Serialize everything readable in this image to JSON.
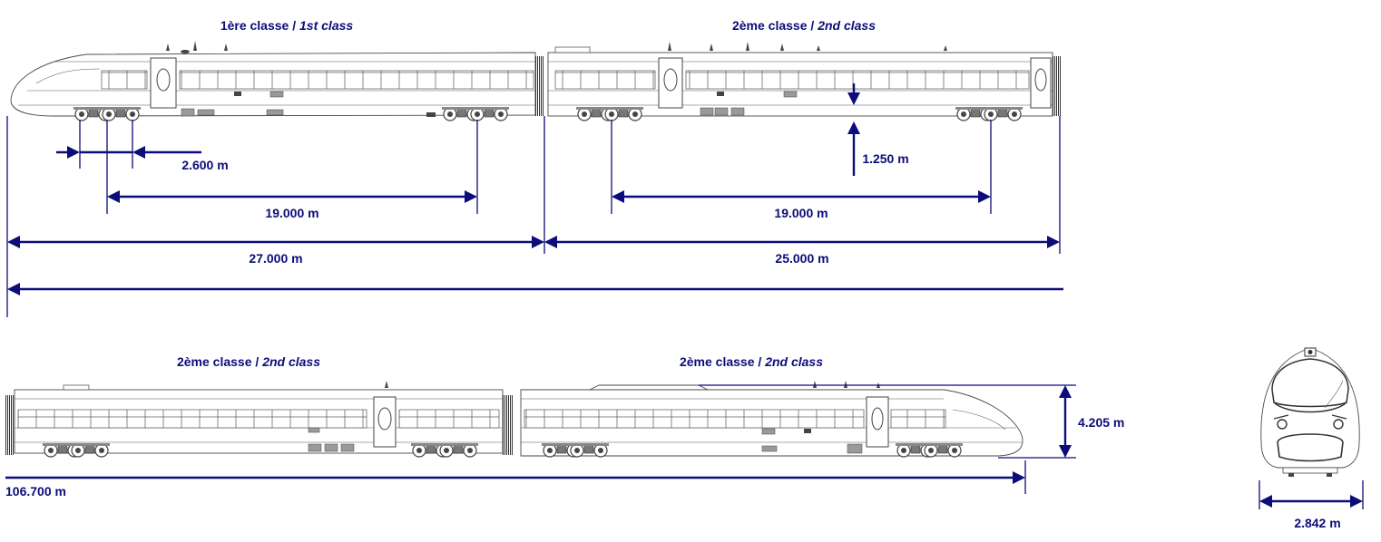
{
  "headers": {
    "car1": {
      "fr": "1ère classe",
      "sep": " / ",
      "en": "1st class"
    },
    "car2": {
      "fr": "2ème classe",
      "sep": " / ",
      "en": "2nd class"
    },
    "car3": {
      "fr": "2ème classe",
      "sep": " / ",
      "en": "2nd class"
    },
    "car4": {
      "fr": "2ème classe",
      "sep": " / ",
      "en": "2nd class"
    }
  },
  "dimensions": {
    "bogie_wheelbase": "2.600 m",
    "bogie_centres_car1": "19.000 m",
    "bogie_centres_car2": "19.000 m",
    "end_car_length": "27.000 m",
    "intermediate_car_length": "25.000 m",
    "floor_height": "1.250 m",
    "total_length": "106.700 m",
    "height": "4.205 m",
    "width": "2.842 m"
  },
  "colors": {
    "dimension": "#0c0c7a",
    "drawing": "#4a4a4a"
  }
}
